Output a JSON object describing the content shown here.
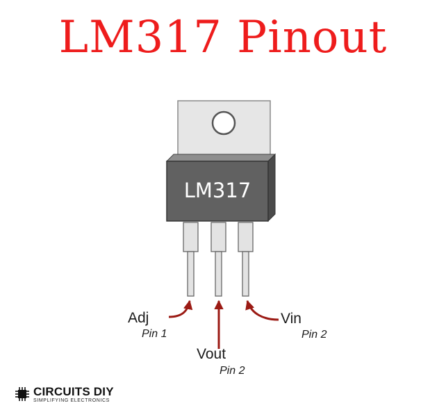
{
  "title": "LM317 Pinout",
  "chip": {
    "label": "LM317"
  },
  "pins": [
    {
      "name": "Adj",
      "number": "Pin 1"
    },
    {
      "name": "Vout",
      "number": "Pin 2"
    },
    {
      "name": "Vin",
      "number": "Pin 2"
    }
  ],
  "logo": {
    "name": "CIRCUITS DIY",
    "tagline": "SIMPLIFYING ELECTRONICS"
  },
  "colors": {
    "title": "#ee1c1c",
    "arrow": "#9b1a14",
    "package_body": "#616161",
    "heatsink_tab": "#e6e6e6"
  }
}
